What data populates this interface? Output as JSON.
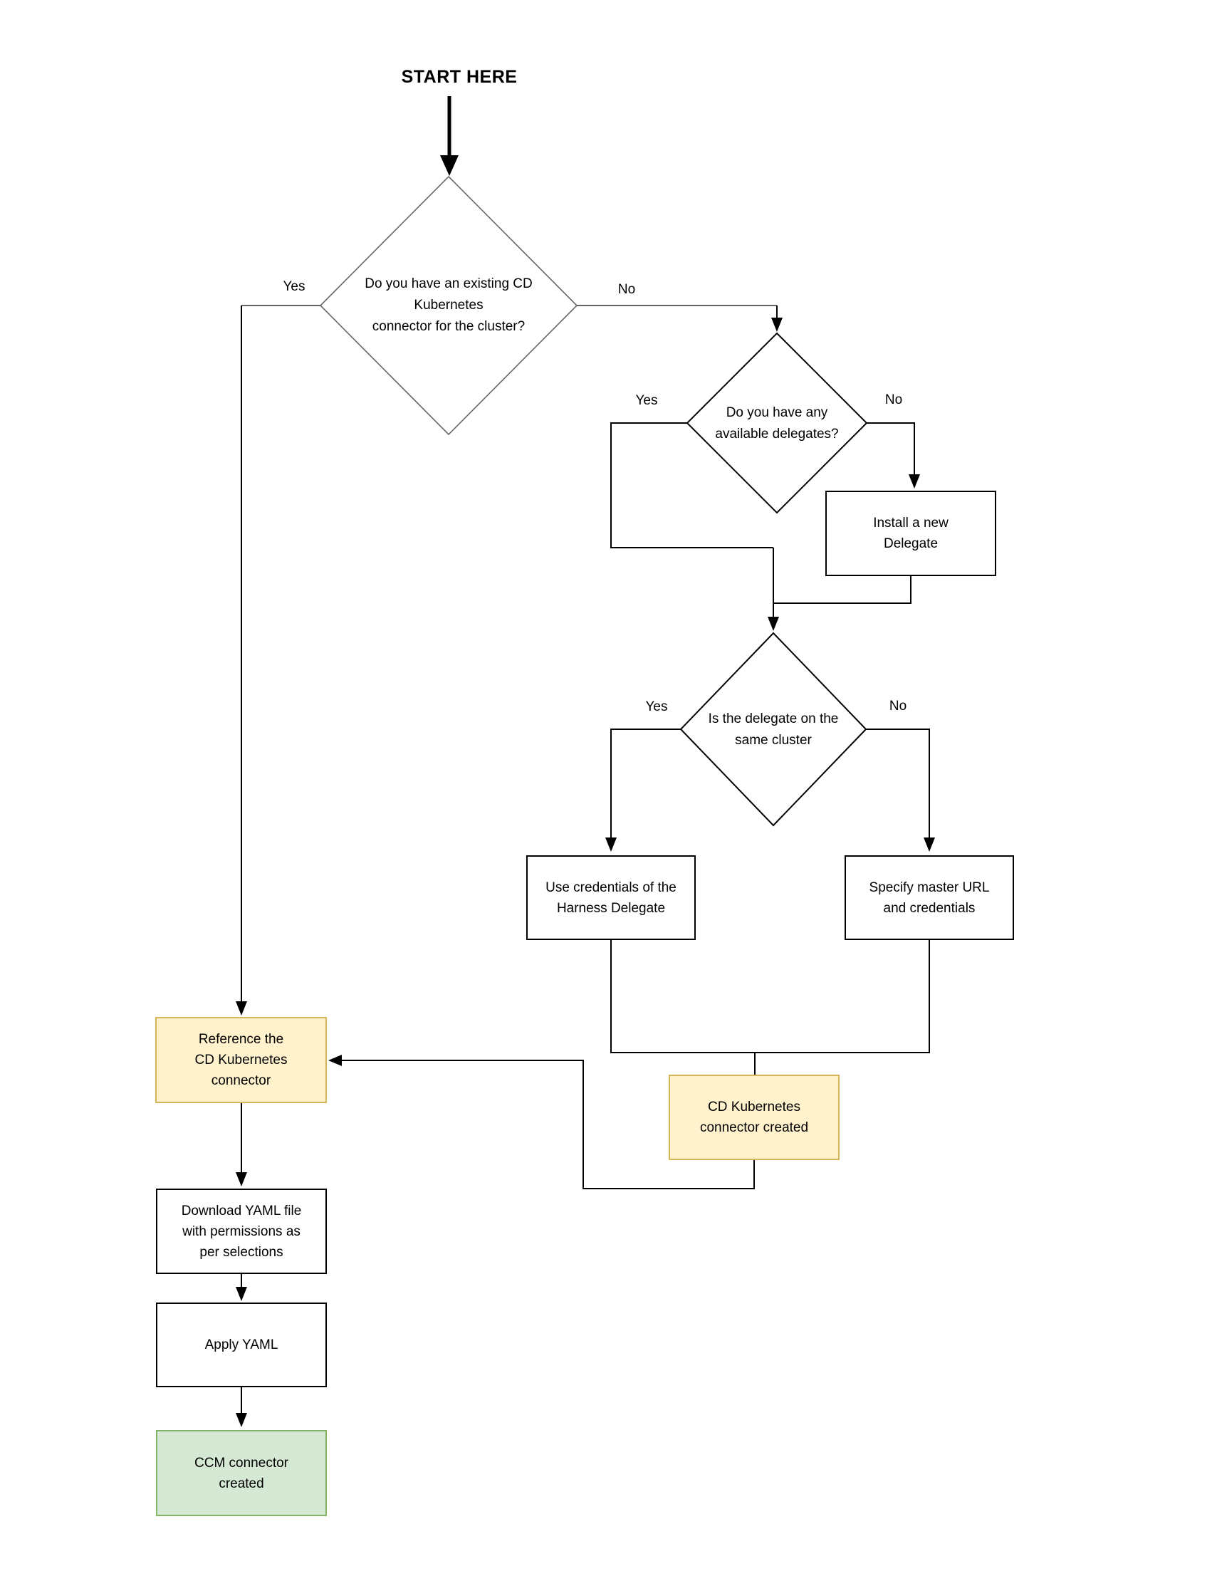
{
  "title": "START HERE",
  "colors": {
    "background": "#ffffff",
    "line": "#000000",
    "muted_line": "#666666",
    "yellow_fill": "#FFF2CC",
    "yellow_border": "#D6B656",
    "green_fill": "#D5E8D4",
    "green_border": "#82B366",
    "box_border": "#000000"
  },
  "decisions": {
    "existing_connector": {
      "question": "Do you have an existing CD\nKubernetes\nconnector for the cluster?",
      "yes_label": "Yes",
      "no_label": "No"
    },
    "available_delegates": {
      "question": "Do you have any\navailable delegates?",
      "yes_label": "Yes",
      "no_label": "No"
    },
    "delegate_same_cluster": {
      "question": "Is the delegate on the\nsame cluster",
      "yes_label": "Yes",
      "no_label": "No"
    }
  },
  "processes": {
    "install_delegate": "Install a new\nDelegate",
    "use_credentials": "Use credentials of the\nHarness Delegate",
    "specify_master_url": "Specify master URL\nand credentials",
    "cd_connector_created": "CD Kubernetes\nconnector created",
    "reference_connector": "Reference the\nCD Kubernetes\nconnector",
    "download_yaml": "Download YAML file\nwith permissions as\nper selections",
    "apply_yaml": "Apply YAML",
    "ccm_connector_created": "CCM connector\ncreated"
  }
}
